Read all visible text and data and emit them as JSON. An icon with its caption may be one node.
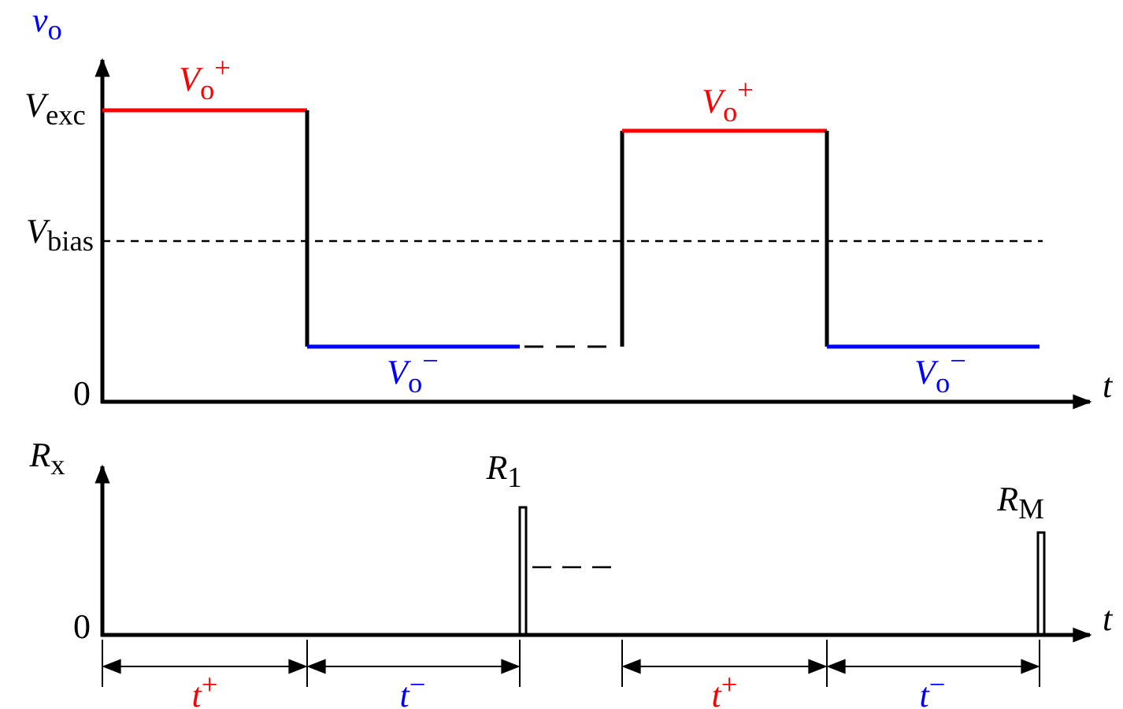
{
  "diagram": {
    "labels": [
      "*v*$_{o}$",
      "*V*$_{o}$$^{+}$",
      "*V*$_{exc}$",
      "*V*$_{o}$$^{+}$",
      "*V*$_{bias}$",
      "0",
      "*V*$_{o}$$^{−}$",
      "*V*$_{o}$$^{−}$",
      "*t*",
      "*R*$_{x}$",
      "*R*$_{1}$",
      "*R*$_{M}$",
      "0",
      "*t*",
      "*t*$^{+}$",
      "*t*$^{−}$",
      "*t*$^{+}$",
      "*t*$^{−}$"
    ]
  }
}
